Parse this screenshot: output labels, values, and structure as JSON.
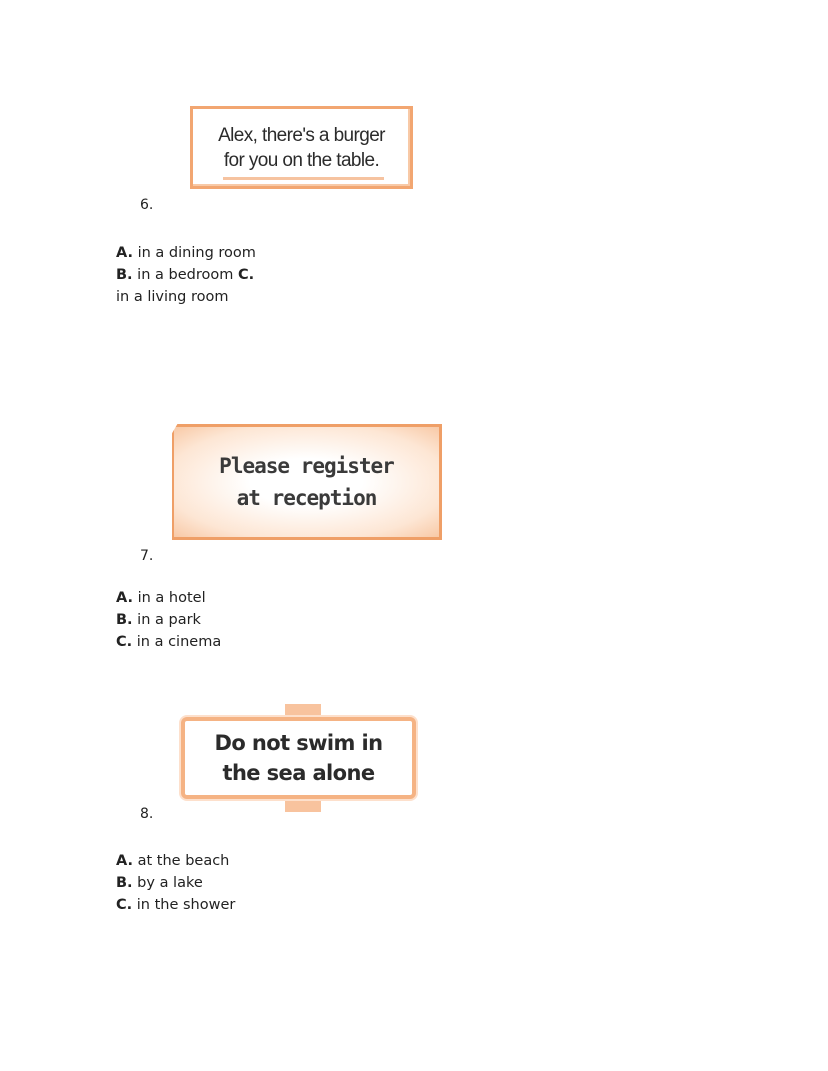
{
  "questions": [
    {
      "number": "6.",
      "sign": {
        "lines": [
          "Alex, there's a burger",
          "for you on the table."
        ]
      },
      "options": [
        {
          "letter": "A.",
          "text": "in a dining room"
        },
        {
          "letter": "B.",
          "text": "in a bedroom"
        },
        {
          "letter": "C.",
          "text": "in a living room"
        }
      ]
    },
    {
      "number": "7.",
      "sign": {
        "lines": [
          "Please register",
          "at reception"
        ]
      },
      "options": [
        {
          "letter": "A.",
          "text": "in a hotel"
        },
        {
          "letter": "B.",
          "text": "in a park"
        },
        {
          "letter": "C.",
          "text": "in a cinema"
        }
      ]
    },
    {
      "number": "8.",
      "sign": {
        "lines": [
          "Do not swim in",
          "the sea alone"
        ]
      },
      "options": [
        {
          "letter": "A.",
          "text": "at the beach"
        },
        {
          "letter": "B.",
          "text": "by a lake"
        },
        {
          "letter": "C.",
          "text": "in the shower"
        }
      ]
    }
  ],
  "colors": {
    "sign_border": "#f2a671",
    "sign_fill_light": "#fde6d4",
    "post": "#f8c39e"
  }
}
